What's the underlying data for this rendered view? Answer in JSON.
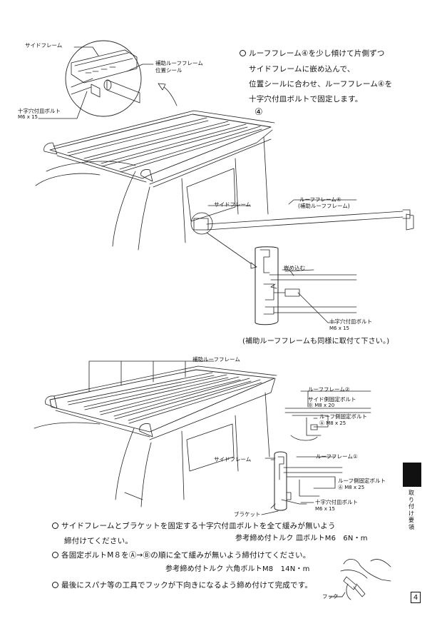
{
  "diagram1": {
    "label_side_frame": "サイドフレーム",
    "label_aux_frame_seal_1": "補助ルーフフレーム",
    "label_aux_frame_seal_2": "位置シール",
    "label_bolt": "十字穴付皿ボルト",
    "label_bolt_size": "M6 x 15",
    "label_frame_number": "④"
  },
  "instruction_top": {
    "line1": "ルーフフレーム④を少し傾けて片側ずつ",
    "line2": "サイドフレームに嵌め込んで、",
    "line3": "位置シールに合わせ、ルーフフレーム④を",
    "line4": "十字穴付皿ボルトで固定します。"
  },
  "diagram2": {
    "label_side_frame": "サイドフレーム",
    "label_roof_frame": "ルーフフレーム④",
    "label_roof_frame_sub": "(補助ルーフフレーム)",
    "label_insert": "嵌め込む",
    "label_bolt": "十字穴付皿ボルト",
    "label_bolt_size": "M6 x 15"
  },
  "note_aux": "(補助ルーフフレームも同様に取付て下さい。)",
  "diagram3": {
    "label_aux_frame": "補助ルーフフレーム",
    "label_roof_frame2": "ルーフフレーム②",
    "label_side_bolt": "サイド側固定ボルト",
    "label_side_bolt_size": "Ⓑ M8 x 20",
    "label_roof_bolt": "ルーフ側固定ボルト",
    "label_roof_bolt_size": "Ⓐ M8 x 25",
    "label_side_frame": "サイドフレーム",
    "label_roof_frame1": "ルーフフレーム①",
    "label_roof_bolt2": "ルーフ側固定ボルト",
    "label_roof_bolt2_size": "Ⓐ M8 x 25",
    "label_bolt3": "十字穴付皿ボルト",
    "label_bolt3_size": "M6 x 15",
    "label_bracket": "ブラケット"
  },
  "instructions_bottom": {
    "item1_line1": "サイドフレームとブラケットを固定する十字穴付皿ボルトを全て緩みが無いよう",
    "item1_line2": "締付けてください。",
    "item1_torque": "参考締め付トルク 皿ボルトM6　6N・m",
    "item2_line1": "各固定ボルトM８をⒶ→Ⓑの順に全て緩みが無いよう締付けてください。",
    "item2_torque": "参考締め付トルク 六角ボルトM8　14N・m",
    "item3_line1": "最後にスパナ等の工具でフックが下向きになるよう締め付けて完成です。",
    "label_hook": "フック"
  },
  "side_tab": {
    "text": "取り付け要領"
  },
  "page_number": "4"
}
